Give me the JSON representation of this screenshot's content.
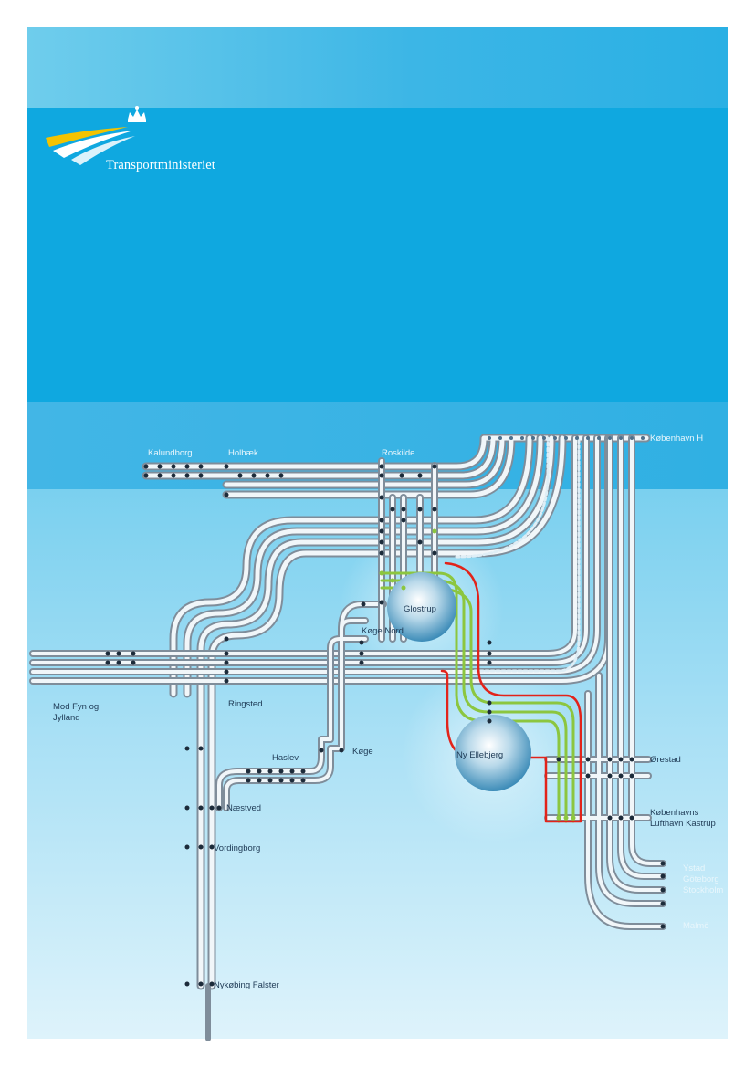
{
  "publisher": {
    "name": "Transportministeriet"
  },
  "map": {
    "stations": {
      "kalundborg": "Kalundborg",
      "holbaek": "Holbæk",
      "roskilde": "Roskilde",
      "kobenhavn_h": "København H",
      "glostrup": "Glostrup",
      "koge_nord": "Køge Nord",
      "ny_ellebjerg": "Ny Ellebjerg",
      "mod_fyn_line1": "Mod Fyn og",
      "mod_fyn_line2": "Jylland",
      "ringsted": "Ringsted",
      "haslev": "Haslev",
      "koge": "Køge",
      "naestved": "Næstved",
      "orestad": "Ørestad",
      "kastrup_line1": "Københavns",
      "kastrup_line2": "Lufthavn Kastrup",
      "vordingborg": "Vordingborg",
      "ystad": "Ystad",
      "goteborg": "Göteborg",
      "stockholm": "Stockholm",
      "malmo": "Malmö",
      "nykobing": "Nykøbing Falster"
    }
  },
  "colors": {
    "band_top": "#3cb6e6",
    "band_mid": "#0fa8e0",
    "track": "#8d99a6",
    "track_fill": "#e4ecf1",
    "green_line": "#8cc63f",
    "red_line": "#e2231a",
    "station_dot": "#1c2b3a"
  }
}
